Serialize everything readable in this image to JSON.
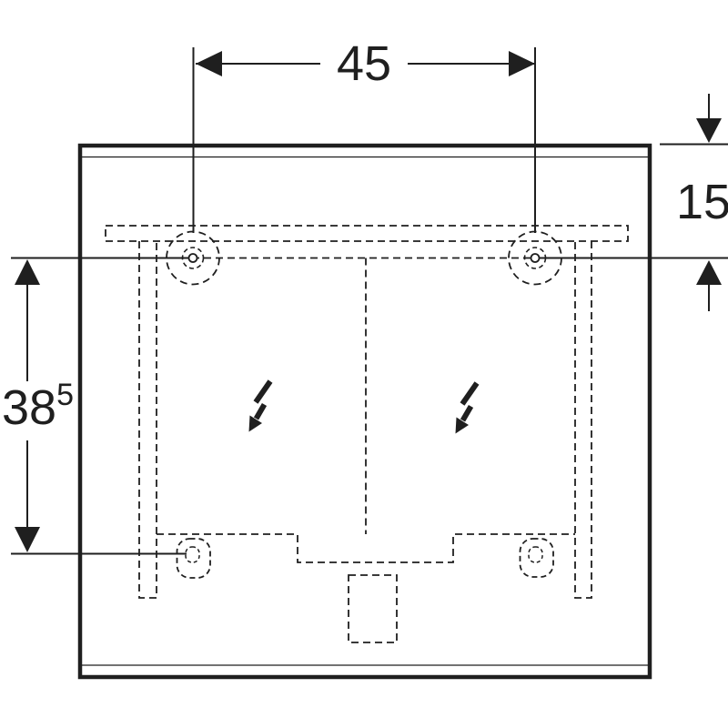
{
  "drawing": {
    "kind": "mirror-cabinet-installation-dimension-drawing",
    "background": "#ffffff",
    "line_color": "#1f1f1f",
    "dimensions": {
      "top_width": {
        "value": "45"
      },
      "right_offset": {
        "value": "15"
      },
      "left_height": {
        "value": "38",
        "superscript": "5"
      }
    },
    "symbols": {
      "lightning_bolt_meaning": "electrical-connection",
      "lightning_bolt_count": 2,
      "hinge_circle_count": 2,
      "bottom_mount_count": 2
    }
  }
}
